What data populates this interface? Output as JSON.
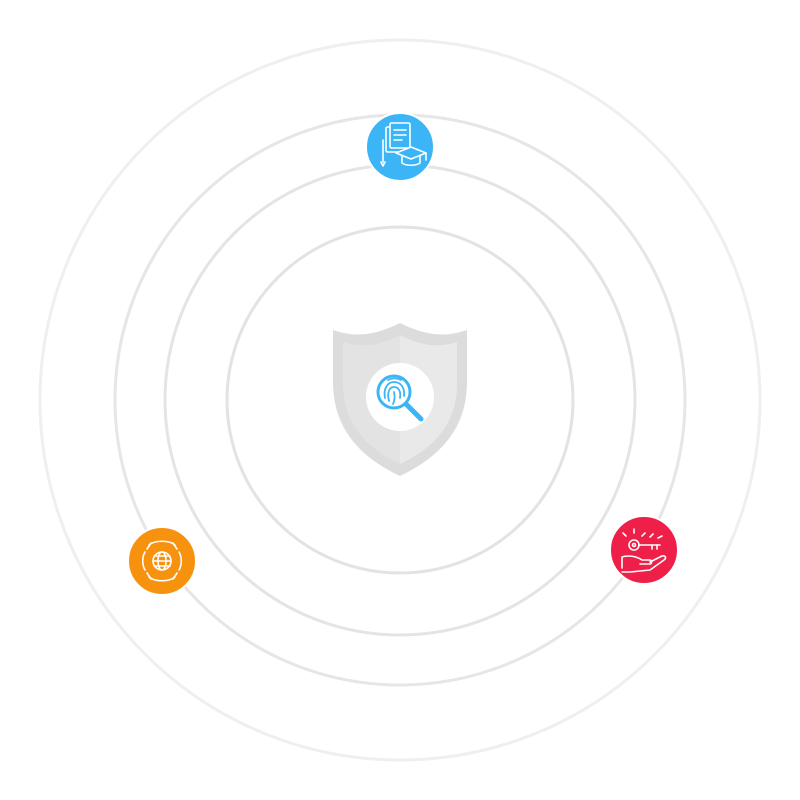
{
  "colors": {
    "background": "#ffffff",
    "ring_outer": "#efefef",
    "ring_mid": "#e6e6e6",
    "ring_inner": "#e3e3e3",
    "shield_fill": "#dcdcdc",
    "shield_inner": "#e2e2e2",
    "shield_center": "#ffffff",
    "accent_blue": "#3cb5f7",
    "accent_orange": "#f7920f",
    "accent_red": "#ee1f48"
  },
  "diagram": {
    "center": {
      "icon": "shield-fingerprint-search-icon"
    },
    "nodes": [
      {
        "id": "top",
        "icon": "document-graduation-cap-icon",
        "color": "#3cb5f7"
      },
      {
        "id": "left",
        "icon": "hands-globe-icon",
        "color": "#f7920f"
      },
      {
        "id": "right",
        "icon": "key-hand-icon",
        "color": "#ee1f48"
      }
    ]
  }
}
